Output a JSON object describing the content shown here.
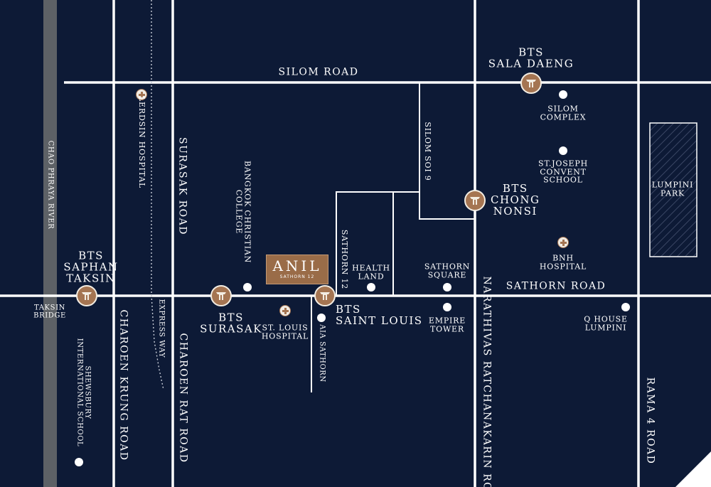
{
  "roads": {
    "silom": "SILOM ROAD",
    "sathorn": "SATHORN ROAD",
    "surasak": "SURASAK ROAD",
    "charoen_krung": "CHAROEN KRUNG ROAD",
    "charoen_rat": "CHAROEN RAT ROAD",
    "narathivas": "NARATHIVAS RATCHANAKARIN ROAD",
    "rama4": "RAMA 4 ROAD",
    "silom_soi9": "SILOM SOI 9",
    "sathorn12": "SATHORN 12",
    "expressway": "EXPRESS WAY",
    "river": "CHAO PHRAYA RIVER"
  },
  "stations": {
    "sala_daeng": [
      "BTS",
      "SALA DAENG"
    ],
    "chong_nonsi": [
      "BTS",
      "CHONG",
      "NONSI"
    ],
    "saphan_taksin": [
      "BTS",
      "SAPHAN",
      "TAKSIN"
    ],
    "surasak": [
      "BTS",
      "SURASAK"
    ],
    "saint_louis": [
      "BTS",
      "SAINT LOUIS"
    ]
  },
  "places": {
    "lerdsin": "LERDSIN HOSPITAL",
    "silom_complex": [
      "SILOM",
      "COMPLEX"
    ],
    "st_joseph": [
      "ST.JOSEPH",
      "CONVENT",
      "SCHOOL"
    ],
    "lumpini_park": [
      "LUMPINI",
      "PARK"
    ],
    "bnh": [
      "BNH",
      "HOSPITAL"
    ],
    "bangkok_christian": [
      "BANGKOK CHRISTIAN",
      "COLLEGE"
    ],
    "health_land": [
      "HEALTH",
      "LAND"
    ],
    "sathorn_square": [
      "SATHORN",
      "SQUARE"
    ],
    "empire_tower": [
      "EMPIRE",
      "TOWER"
    ],
    "q_house": [
      "Q HOUSE",
      "LUMPINI"
    ],
    "st_louis_hospital": [
      "ST. LOUIS",
      "HOSPITAL"
    ],
    "aia_sathorn": "AIA SATHORN",
    "taksin_bridge": [
      "TAKSIN",
      "BRIDGE"
    ],
    "shrewsbury": [
      "SHEWSBURY",
      "INTERNATIONAL SCHOOL"
    ]
  },
  "project": {
    "name": "ANIL",
    "subtitle": "SATHORN 12"
  },
  "colors": {
    "background": "#0d1a36",
    "road": "#ffffff",
    "river": "#5d6166",
    "accent_bronze": "#9a6c48"
  },
  "icons": {
    "station": "bts-station-icon",
    "hospital": "hospital-cross-icon",
    "poi": "location-dot-icon"
  }
}
